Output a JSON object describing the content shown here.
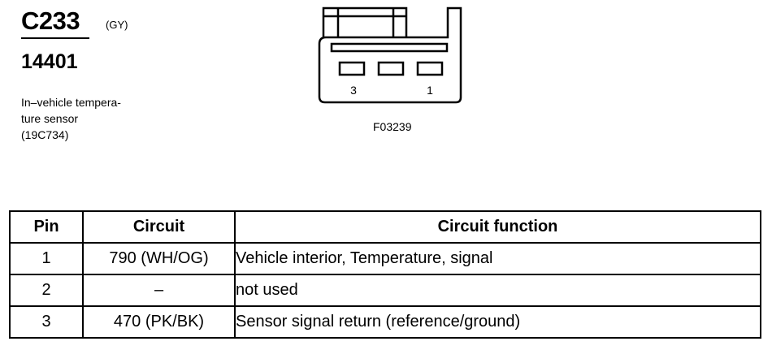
{
  "connector": {
    "id": "C233",
    "color": "(GY)",
    "part_number": "14401",
    "description_lines": [
      "In–vehicle tempera-",
      "ture sensor",
      "(19C734)"
    ]
  },
  "figure": {
    "code": "F03239",
    "pin_labels": {
      "left": "3",
      "right": "1"
    }
  },
  "table": {
    "headers": {
      "pin": "Pin",
      "circuit": "Circuit",
      "function": "Circuit function"
    },
    "rows": [
      {
        "pin": "1",
        "circuit": "790 (WH/OG)",
        "function": "Vehicle interior, Temperature, signal"
      },
      {
        "pin": "2",
        "circuit": "–",
        "function": "not used"
      },
      {
        "pin": "3",
        "circuit": "470 (PK/BK)",
        "function": "Sensor signal return (reference/ground)"
      }
    ]
  }
}
